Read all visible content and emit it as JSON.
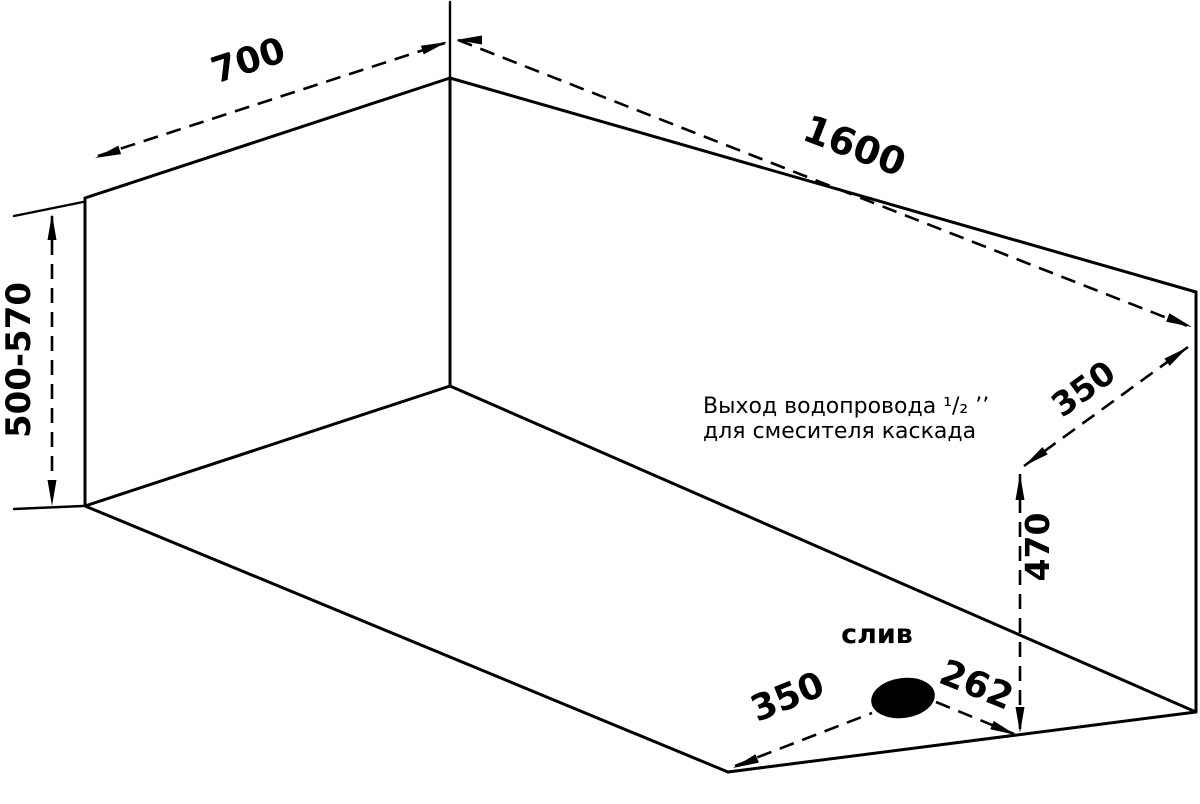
{
  "colors": {
    "background": "#ffffff",
    "line": "#000000"
  },
  "dimensions": {
    "top_width": "700",
    "top_length": "1600",
    "side_height": "500-570",
    "outlet_offset": "350",
    "outlet_height": "470",
    "drain_front_offset": "350",
    "drain_side_offset": "262"
  },
  "labels": {
    "drain": "слив",
    "note_line1": "Выход водопровода ¹/₂ ’’",
    "note_line2": "для смесителя каскада"
  }
}
